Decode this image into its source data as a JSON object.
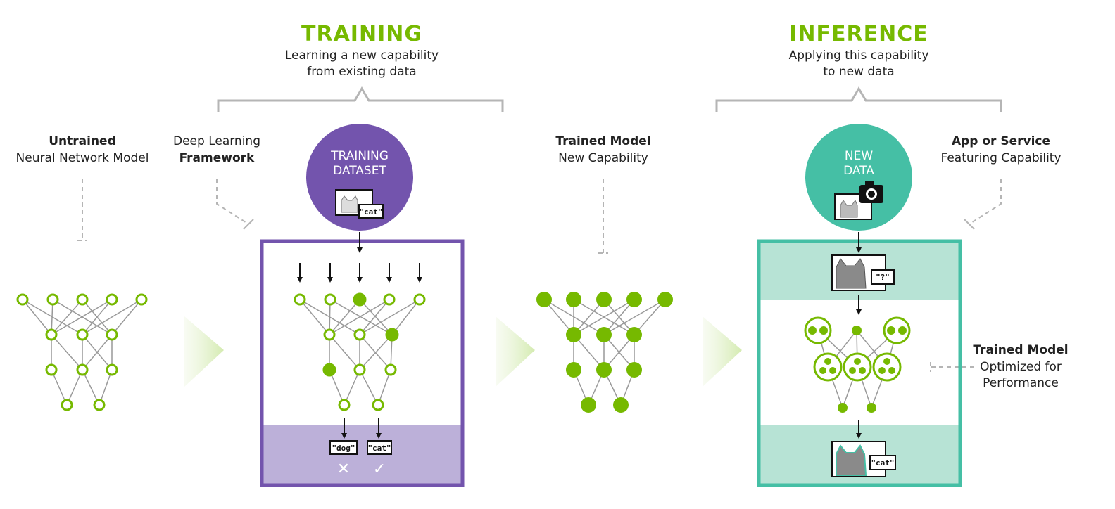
{
  "training": {
    "title": "TRAINING",
    "subtitle_line1": "Learning a new capability",
    "subtitle_line2": "from existing data",
    "dataset_line1": "TRAINING",
    "dataset_line2": "DATASET",
    "dataset_tag": "\"cat\"",
    "output_tag_1": "\"dog\"",
    "output_tag_2": "\"cat\"",
    "output_mark_1": "✕",
    "output_mark_2": "✓"
  },
  "inference": {
    "title": "INFERENCE",
    "subtitle_line1": "Applying this capability",
    "subtitle_line2": "to new data",
    "newdata_line1": "NEW",
    "newdata_line2": "DATA",
    "query_tag": "\"?\"",
    "result_tag": "\"cat\""
  },
  "labels": {
    "untrained_bold": "Untrained",
    "untrained_line2": "Neural Network Model",
    "framework_line1": "Deep Learning",
    "framework_bold": "Framework",
    "trained_bold": "Trained Model",
    "trained_line2": "New Capability",
    "app_bold": "App or Service",
    "app_line2": "Featuring Capability",
    "optimized_bold": "Trained Model",
    "optimized_line2": "Optimized for",
    "optimized_line3": "Performance"
  },
  "colors": {
    "green": "#76b900",
    "purple": "#7354ad",
    "purple_light": "#bcb0d9",
    "teal": "#45bfa5",
    "teal_light": "#b7e3d5",
    "gray": "#b5b5b5"
  }
}
